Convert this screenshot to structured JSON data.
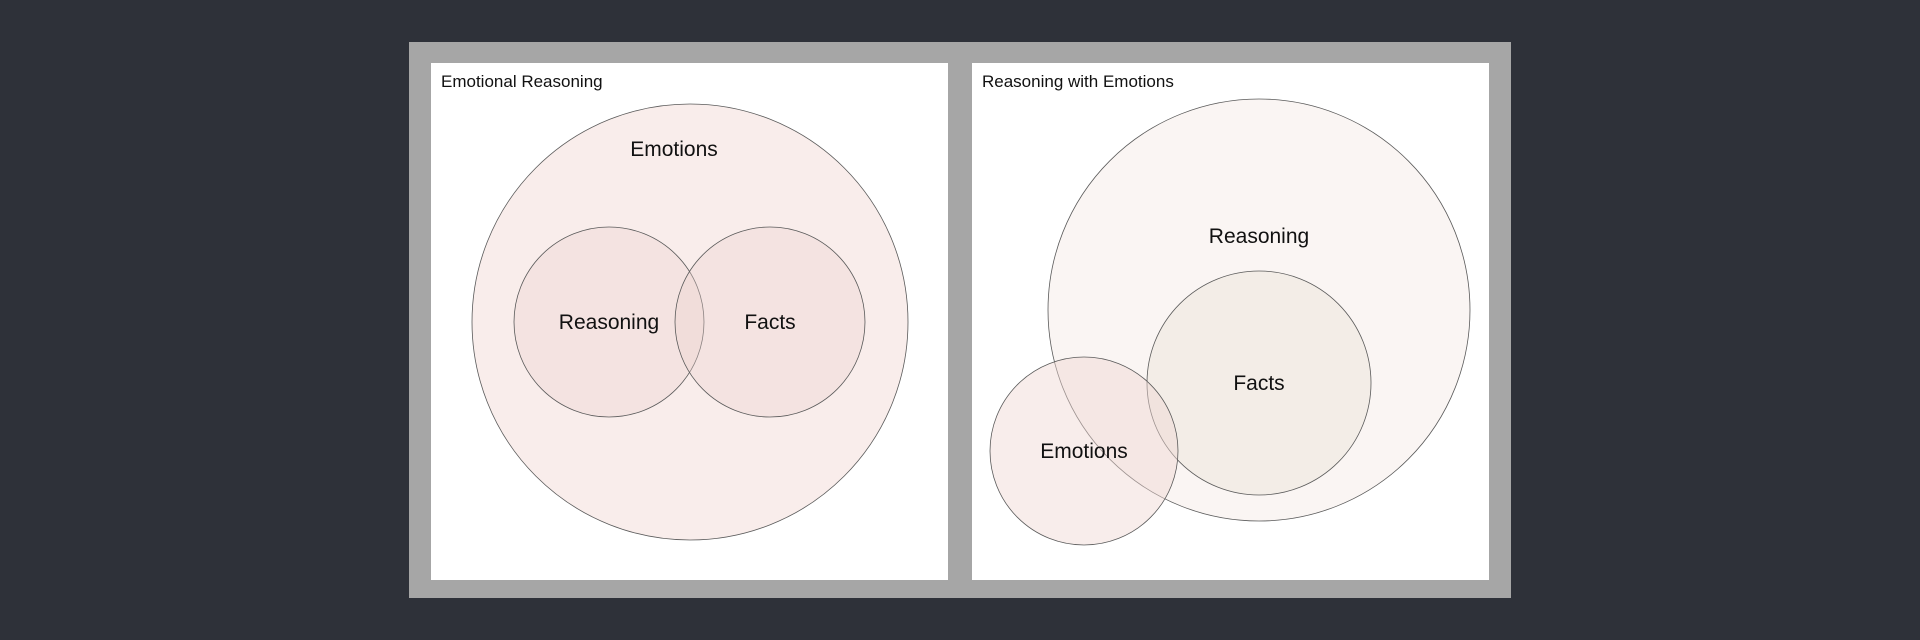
{
  "diagrams": [
    {
      "title": "Emotional Reasoning",
      "circles": {
        "emotions": "Emotions",
        "reasoning": "Reasoning",
        "facts": "Facts"
      },
      "colors": {
        "fill": "#e8c4bf",
        "stroke": "#5a5a5a"
      }
    },
    {
      "title": "Reasoning with Emotions",
      "circles": {
        "reasoning": "Reasoning",
        "facts": "Facts",
        "emotions": "Emotions"
      },
      "colors": {
        "fill": "#f1e6e2",
        "facts_fill": "#e9e4d9",
        "emotions_fill": "#ecd0cc",
        "stroke": "#5a5a5a"
      }
    }
  ]
}
